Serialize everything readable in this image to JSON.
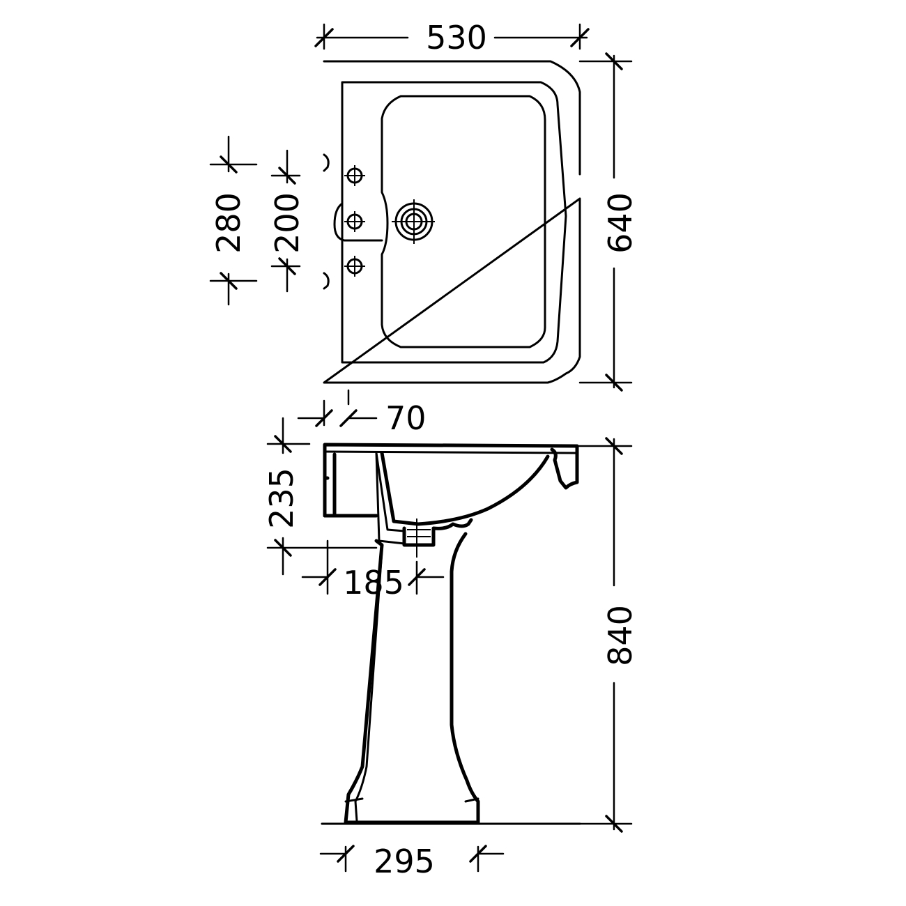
{
  "dimensions": {
    "width_top": "530",
    "depth": "640",
    "tap_spread_outer": "280",
    "tap_spread_inner": "200",
    "back_offset": "70",
    "basin_height": "235",
    "waste_offset": "185",
    "overall_height": "840",
    "pedestal_base_width": "295"
  }
}
